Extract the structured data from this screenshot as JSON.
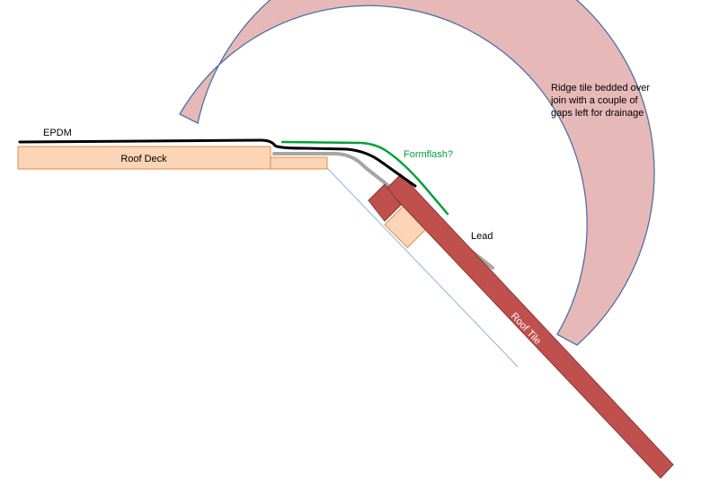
{
  "labels": {
    "epdm": "EPDM",
    "roof_deck": "Roof Deck",
    "formflash": "Formflash?",
    "lead": "Lead",
    "roof_tile": "Roof Tile",
    "ridge_line1": "Ridge tile bedded over",
    "ridge_line2": "join with a couple of",
    "ridge_line3": "gaps left for drainage"
  },
  "colors": {
    "roof_deck_fill": "#fbd5b5",
    "roof_deck_stroke": "#e08c45",
    "epdm": "#000000",
    "formflash": "#00a13a",
    "lead": "#a6a6a6",
    "roof_tile_fill": "#c0504d",
    "roof_tile_stroke": "#8c3836",
    "ridge_tile_fill": "#e6b9b8",
    "ridge_tile_stroke": "#4f6fa8",
    "slope_line": "#8eb4e3",
    "label_text": "#000000",
    "formflash_text": "#00a13a",
    "roof_tile_text": "#ffffff"
  }
}
